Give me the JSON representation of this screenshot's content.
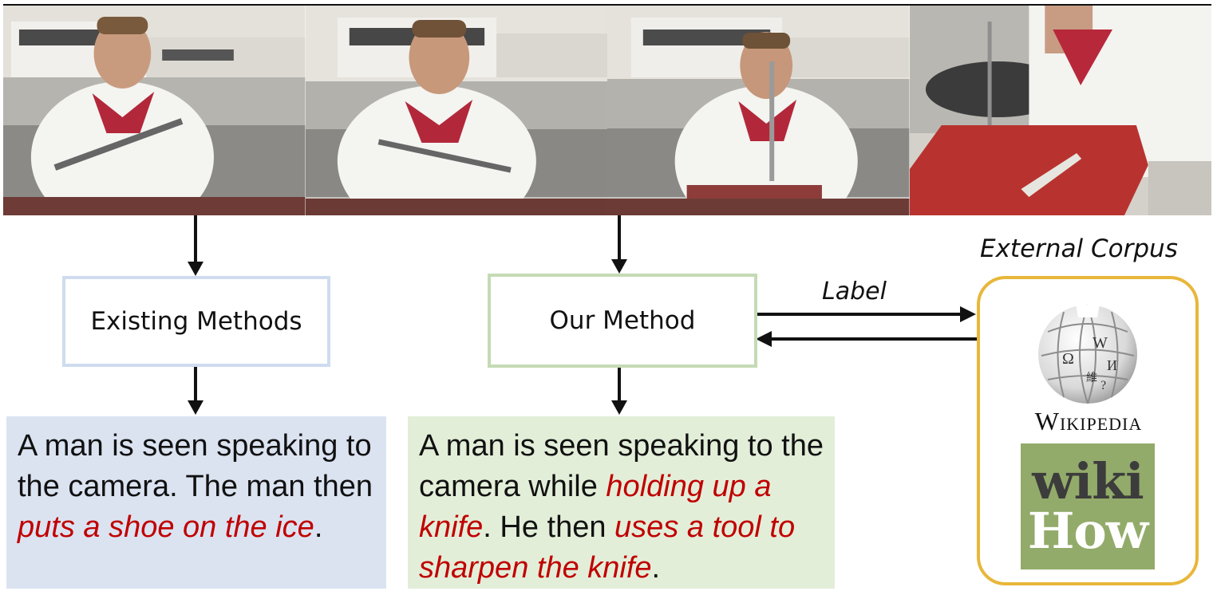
{
  "frames": [
    {
      "name": "frame-1"
    },
    {
      "name": "frame-2"
    },
    {
      "name": "frame-3"
    },
    {
      "name": "frame-4"
    }
  ],
  "existing": {
    "box_label": "Existing Methods",
    "caption_plain_1": "A man is seen speaking to the camera. The man then ",
    "caption_error": "puts a shoe on the ice",
    "caption_plain_2": "."
  },
  "ours": {
    "box_label": "Our Method",
    "caption_plain_1": "A man is seen speaking to the camera while ",
    "caption_hl_1": "holding up a knife",
    "caption_plain_2": ". He then ",
    "caption_hl_2": "uses a tool to sharpen the knife",
    "caption_plain_3": "."
  },
  "corpus": {
    "title": "External Corpus",
    "label_arrow": "Label",
    "wikipedia_word": "Wikipedia",
    "wikihow_line1": "wiki",
    "wikihow_line2": "How"
  },
  "colors": {
    "existing_border": "#cfdcef",
    "existing_fill": "#dbe3f1",
    "ours_border": "#c4dab4",
    "ours_fill": "#e3eed9",
    "corpus_border": "#e8b73a",
    "highlight": "#c00000",
    "wikihow_bg": "#93ab6a"
  }
}
